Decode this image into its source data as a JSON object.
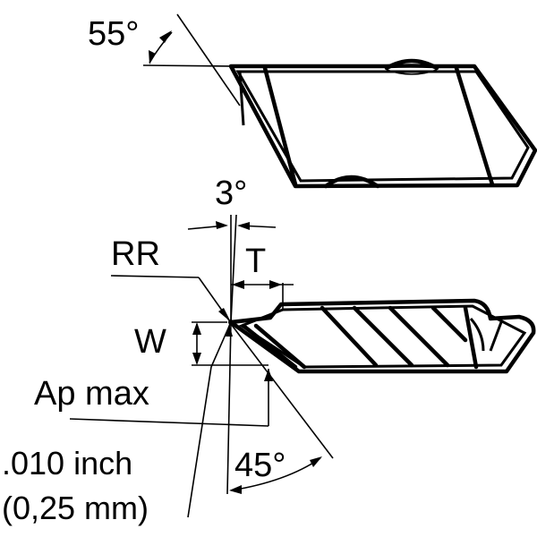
{
  "labels": {
    "angle_top": "55°",
    "angle_relief": "3°",
    "rr": "RR",
    "t": "T",
    "w": "W",
    "ap_max": "Ap max",
    "angle_bottom": "45°",
    "inch": ".010 inch",
    "mm": "(0,25 mm)"
  }
}
